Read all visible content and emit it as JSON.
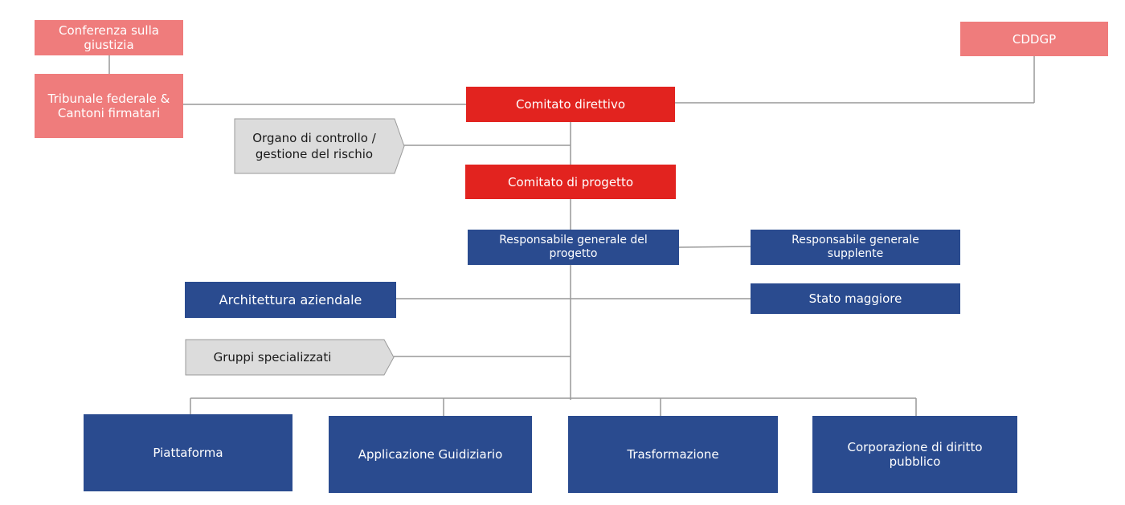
{
  "colors": {
    "pink": "#ef7c7c",
    "red": "#e2231f",
    "blue": "#2a4b8f",
    "grey": "#dcdcdc",
    "connector": "#999999"
  },
  "nodes": {
    "conferenza": "Conferenza sulla giustizia",
    "tribunale": "Tribunale federale & Cantoni firmatari",
    "cddgp": "CDDGP",
    "comitato_direttivo": "Comitato direttivo",
    "organo_controllo": "Organo di controllo / gestione del rischio",
    "comitato_progetto": "Comitato di progetto",
    "responsabile_generale": "Responsabile generale del progetto",
    "responsabile_supplente": "Responsabile generale supplente",
    "architettura": "Architettura aziendale",
    "stato_maggiore": "Stato maggiore",
    "gruppi": "Gruppi specializzati",
    "piattaforma": "Piattaforma",
    "applicazione": "Applicazione Guidiziario",
    "trasformazione": "Trasformazione",
    "corporazione": "Corporazione di diritto pubblico"
  }
}
